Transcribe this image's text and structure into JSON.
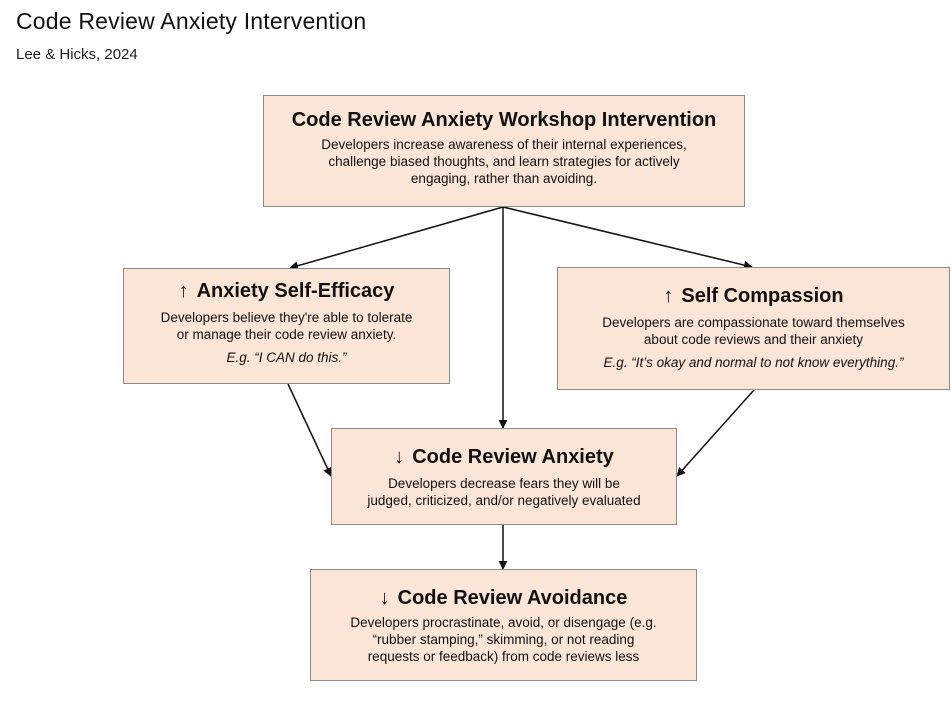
{
  "header": {
    "title": "Code Review Anxiety Intervention",
    "subtitle": "Lee & Hicks, 2024"
  },
  "colors": {
    "box_fill": "#fbe5d6",
    "box_border": "#8e8a88",
    "arrow": "#111111"
  },
  "boxes": {
    "workshop": {
      "title": "Code Review Anxiety Workshop Intervention",
      "desc_lines": [
        "Developers increase awareness of their internal experiences,",
        "challenge biased thoughts, and learn strategies for actively",
        "engaging, rather than avoiding."
      ]
    },
    "self_efficacy": {
      "symbol": "↑",
      "title": "Anxiety Self-Efficacy",
      "desc_lines": [
        "Developers believe they're able to tolerate",
        "or manage their code review anxiety."
      ],
      "example": "E.g. “I CAN do this.”"
    },
    "self_compassion": {
      "symbol": "↑",
      "title": "Self Compassion",
      "desc_lines": [
        "Developers are compassionate toward themselves",
        "about code reviews and their anxiety"
      ],
      "example": "E.g. “It’s okay and normal to not know everything.”"
    },
    "anxiety": {
      "symbol": "↓",
      "title": "Code Review Anxiety",
      "desc_lines": [
        "Developers decrease fears they will be",
        "judged, criticized, and/or negatively evaluated"
      ]
    },
    "avoidance": {
      "symbol": "↓",
      "title": "Code Review Avoidance",
      "desc_lines": [
        "Developers procrastinate, avoid, or disengage (e.g.",
        "“rubber stamping,” skimming, or not reading",
        "requests or feedback) from code reviews less"
      ]
    }
  }
}
